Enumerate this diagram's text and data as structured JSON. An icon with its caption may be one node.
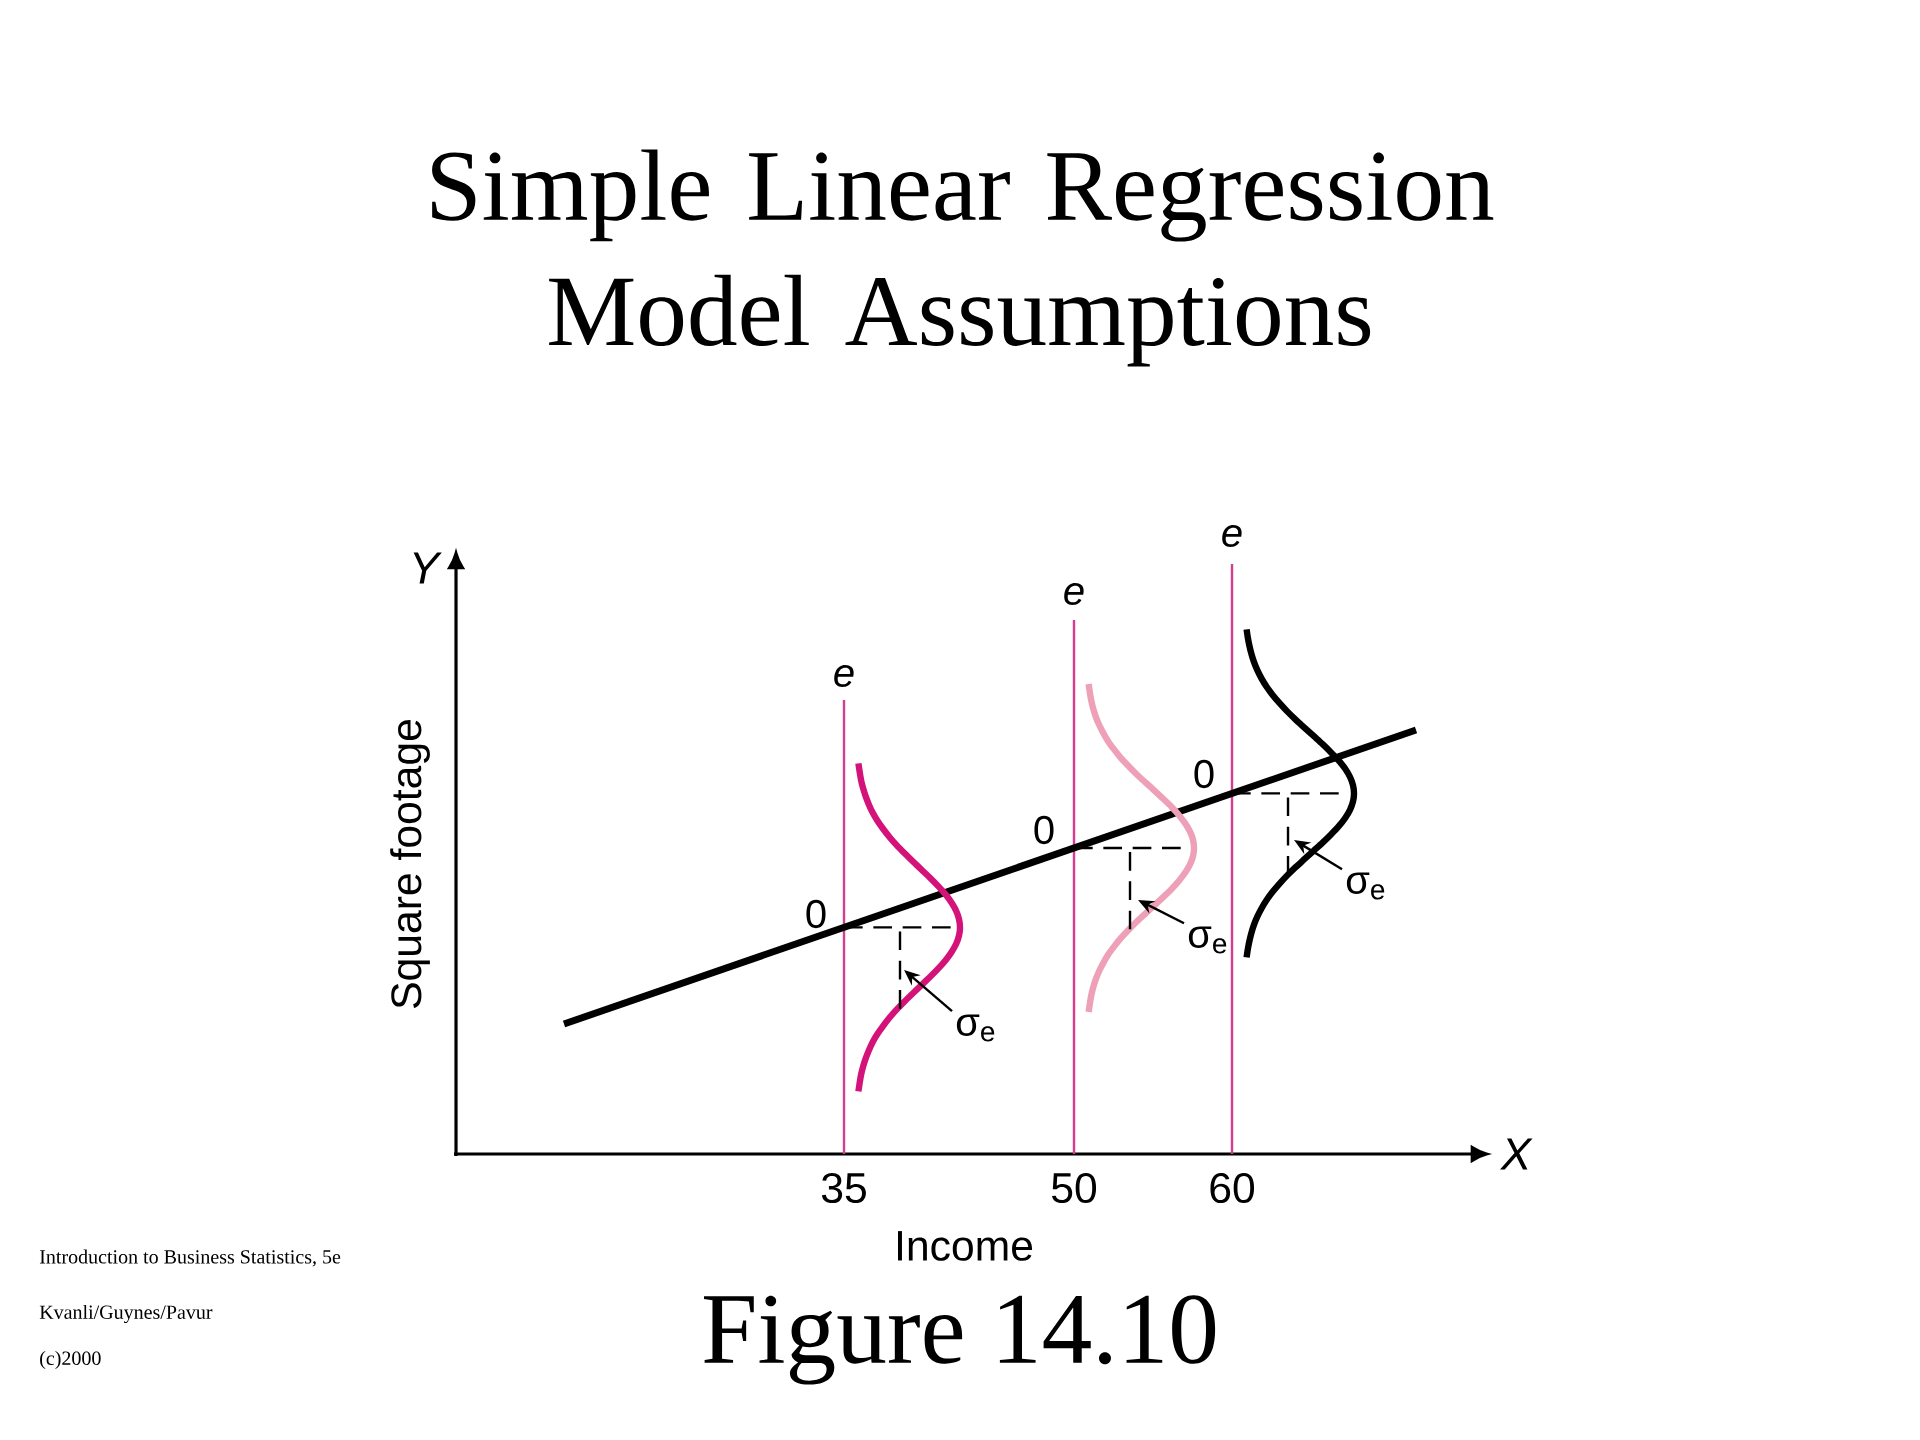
{
  "diagram": {
    "title": "Simple Linear Regression Model Assumptions",
    "caption": "Figure 14.10",
    "nodes": [
      {
        "text": [
          "σ$_{e}$"
        ]
      },
      {
        "text": [
          "σ$_{e}$"
        ]
      },
      {
        "text": [
          "σ$_{e}$"
        ]
      }
    ],
    "edges": [
      {
        "from": 0,
        "to": null,
        "arrow": "to"
      },
      {
        "from": 1,
        "to": null,
        "arrow": "to"
      },
      {
        "from": 2,
        "to": null,
        "arrow": "to"
      }
    ],
    "labels": [
      "Y",
      "e",
      "e",
      "e",
      "Square footage",
      "0",
      "0",
      "0",
      "X",
      "35",
      "50",
      "60",
      "Income",
      "Introduction to Business Statistics, 5e",
      "Kvanli/Guynes/Pavur",
      "(c)2000"
    ]
  }
}
